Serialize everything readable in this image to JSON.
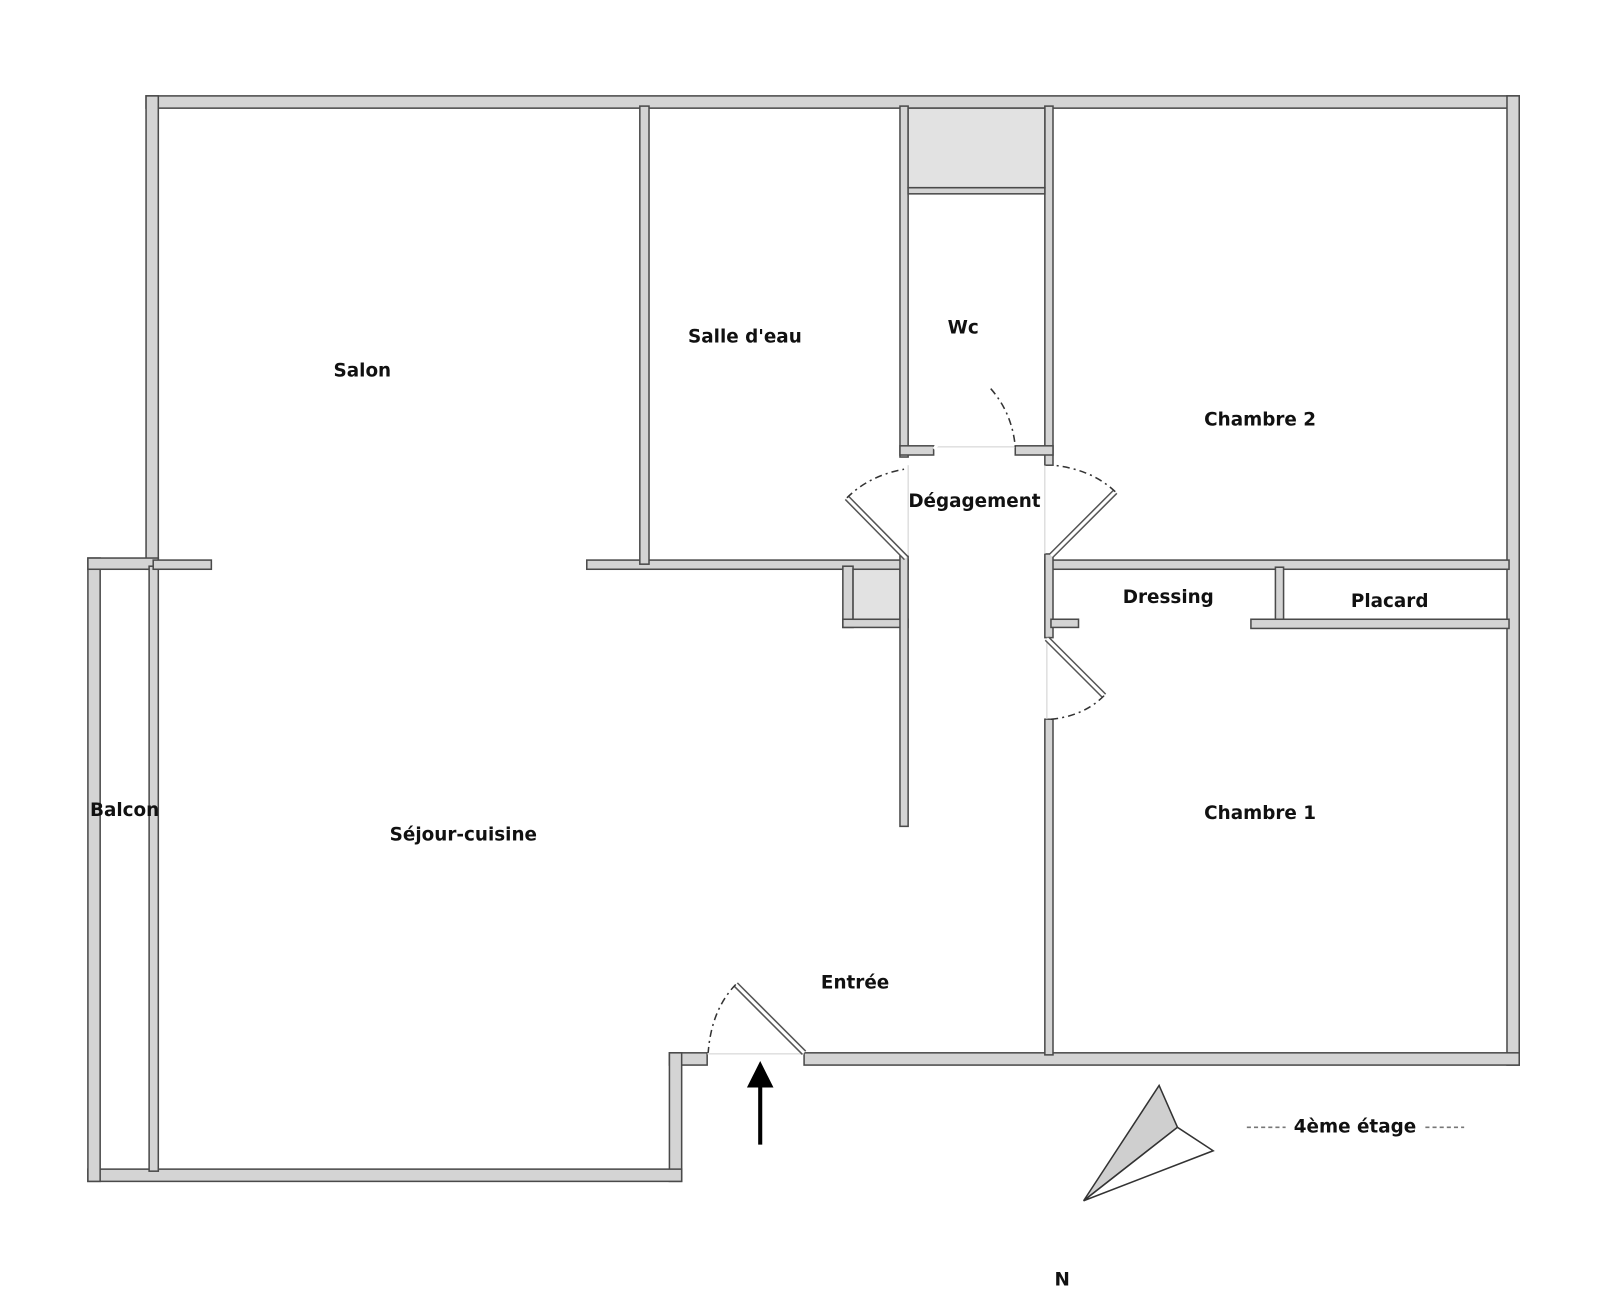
{
  "plan": {
    "rooms": {
      "salon": "Salon",
      "salle_eau": "Salle d'eau",
      "wc": "Wc",
      "chambre2": "Chambre 2",
      "degagement": "Dégagement",
      "dressing": "Dressing",
      "placard": "Placard",
      "balcon": "Balcon",
      "sejour": "Séjour-cuisine",
      "entree": "Entrée",
      "chambre1": "Chambre 1"
    },
    "floor_label": "4ème étage",
    "north_label": "N",
    "icons": [
      "compass-icon",
      "entry-arrow-icon"
    ],
    "colors": {
      "wall": "#d4d4d4",
      "outline": "#4a4a4a",
      "shaft": "#e2e2e2"
    }
  }
}
